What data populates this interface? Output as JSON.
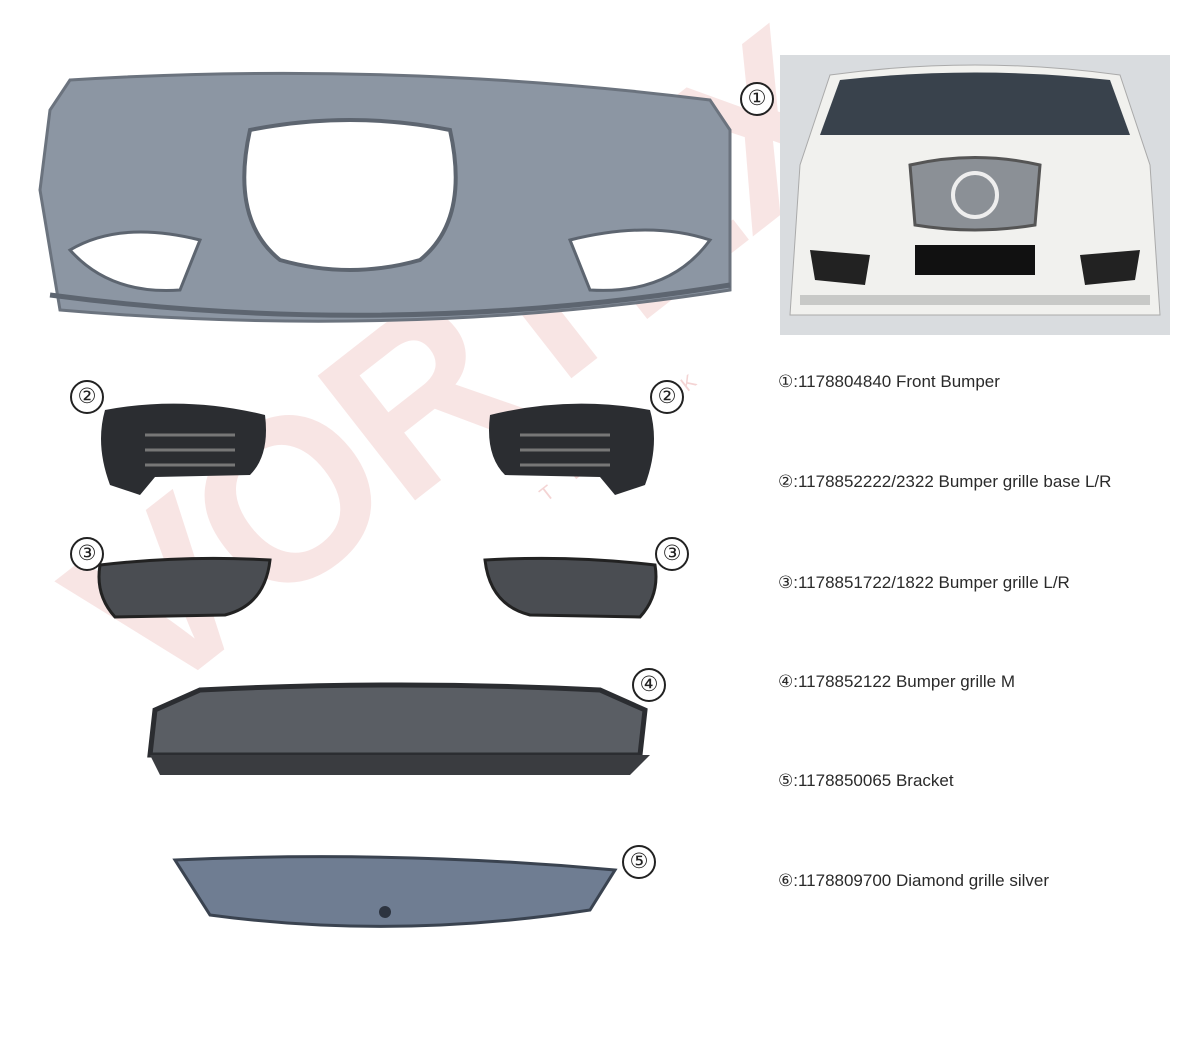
{
  "watermark": {
    "brand": "VORTEX",
    "sub": "TEKNIK",
    "color": "#c9302c"
  },
  "callouts": {
    "c1": "①",
    "c2": "②",
    "c3": "③",
    "c4": "④",
    "c5": "⑤"
  },
  "parts": [
    {
      "label": "①:1178804840 Front Bumper"
    },
    {
      "label": "②:1178852222/2322 Bumper grille base L/R"
    },
    {
      "label": "③:1178851722/1822 Bumper grille L/R"
    },
    {
      "label": "④:1178852122 Bumper grille M"
    },
    {
      "label": "⑤:1178850065 Bracket"
    },
    {
      "label": "⑥:1178809700 Diamond grille silver"
    }
  ],
  "colors": {
    "bumper": "#8c96a3",
    "grille": "#2b2d31",
    "car": "#f1f1ee",
    "text": "#2a2a2a"
  }
}
